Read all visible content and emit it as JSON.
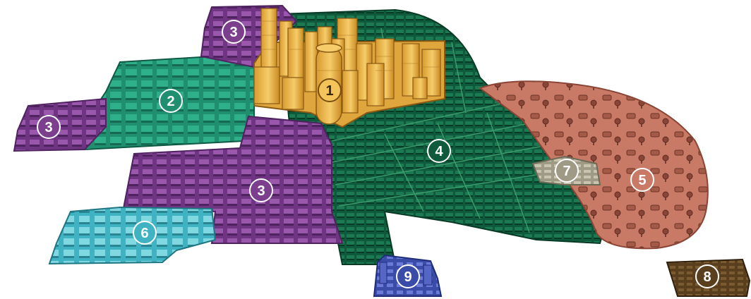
{
  "zones": [
    {
      "id": "zone-1",
      "label": "1",
      "color": "#e8b24a"
    },
    {
      "id": "zone-2",
      "label": "2",
      "color": "#1f8f6f"
    },
    {
      "id": "zone-3-top",
      "label": "3",
      "color": "#7b3f8e"
    },
    {
      "id": "zone-3-left",
      "label": "3",
      "color": "#7b3f8e"
    },
    {
      "id": "zone-3-center",
      "label": "3",
      "color": "#7b3f8e"
    },
    {
      "id": "zone-4",
      "label": "4",
      "color": "#0f5a3c"
    },
    {
      "id": "zone-5",
      "label": "5",
      "color": "#c97a66"
    },
    {
      "id": "zone-6",
      "label": "6",
      "color": "#3fb3c2"
    },
    {
      "id": "zone-7",
      "label": "7",
      "color": "#9e9a86"
    },
    {
      "id": "zone-8",
      "label": "8",
      "color": "#5a3f1f"
    },
    {
      "id": "zone-9",
      "label": "9",
      "color": "#3a4ca8"
    }
  ]
}
